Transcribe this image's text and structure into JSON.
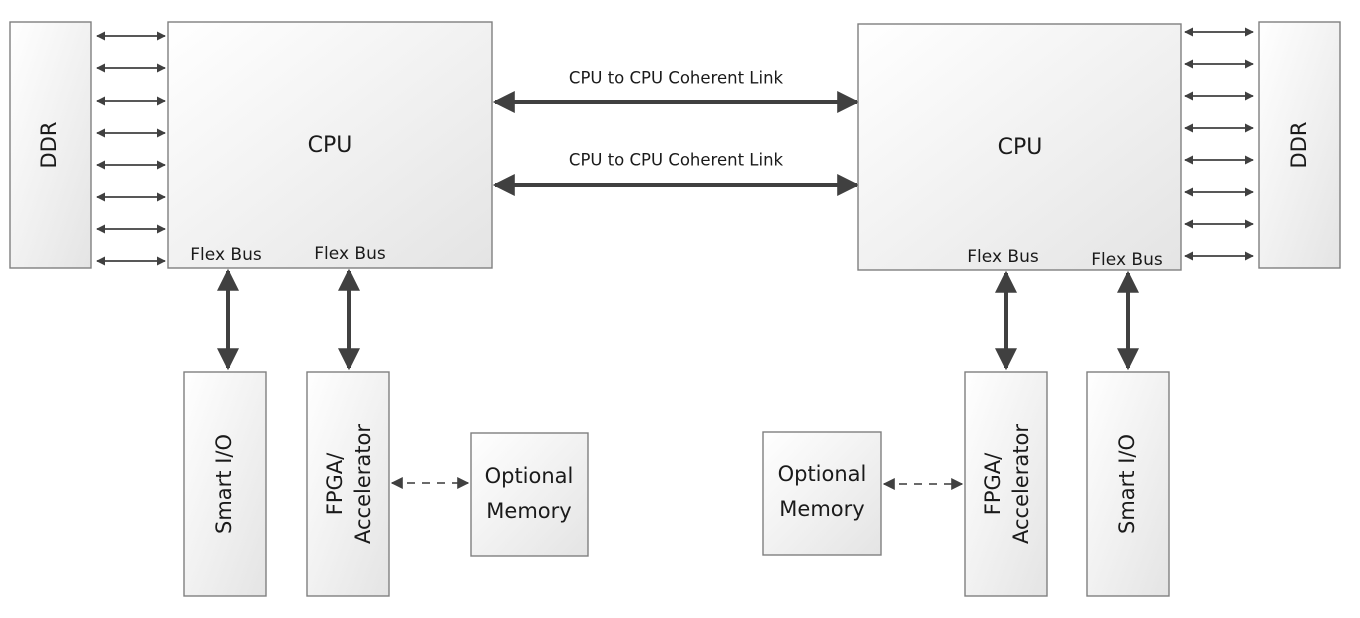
{
  "diagram": {
    "left": {
      "ddr_label": "DDR",
      "cpu_label": "CPU",
      "flex_bus_1": "Flex Bus",
      "flex_bus_2": "Flex Bus",
      "smart_io_label": "Smart I/O",
      "fpga_line1": "FPGA/",
      "fpga_line2": "Accelerator",
      "memory_line1": "Optional",
      "memory_line2": "Memory"
    },
    "right": {
      "ddr_label": "DDR",
      "cpu_label": "CPU",
      "flex_bus_1": "Flex Bus",
      "flex_bus_2": "Flex Bus",
      "smart_io_label": "Smart I/O",
      "fpga_line1": "FPGA/",
      "fpga_line2": "Accelerator",
      "memory_line1": "Optional",
      "memory_line2": "Memory"
    },
    "links": {
      "link_1": "CPU to CPU Coherent Link",
      "link_2": "CPU to CPU Coherent Link"
    },
    "colors": {
      "box_fill_top": "#ffffff",
      "box_fill_bottom": "#e6e6e6",
      "box_stroke": "#7f7f7f",
      "arrow": "#404040"
    }
  }
}
